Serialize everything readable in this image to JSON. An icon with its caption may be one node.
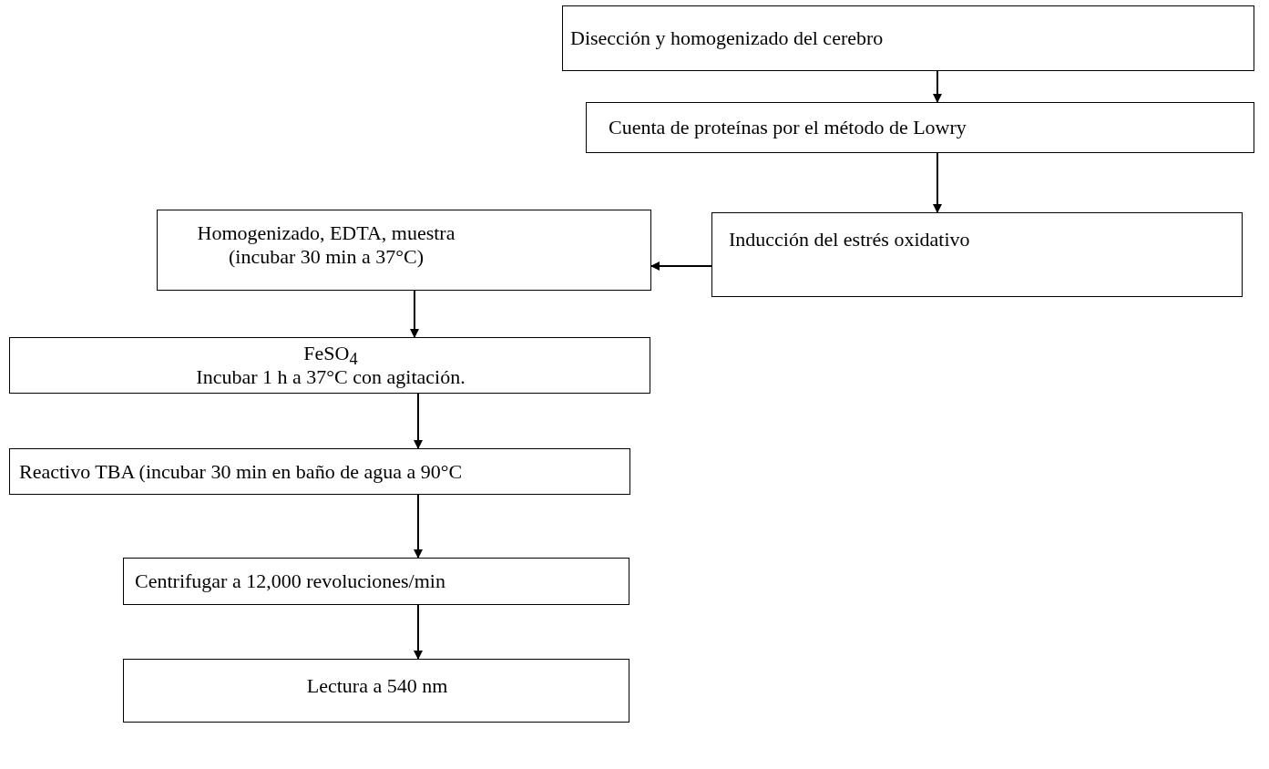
{
  "diagram": {
    "nodes": [
      {
        "text": [
          "Disección y homogenizado del cerebro"
        ]
      },
      {
        "text": [
          "Cuenta de proteínas por el método de Lowry"
        ]
      },
      {
        "text": [
          "Inducción del estrés oxidativo"
        ]
      },
      {
        "text": [
          "Homogenizado, EDTA, muestra (incubar 30 min a 37°C)"
        ]
      },
      {
        "text": [
          "FeSO$_{4}$",
          "Incubar 1 h a 37°C con agitación."
        ]
      },
      {
        "text": [
          "Reactivo TBA (incubar 30 min en baño de agua a 90°C"
        ]
      },
      {
        "text": [
          "Centrifugar a 12,000 revoluciones/min"
        ]
      },
      {
        "text": [
          "Lectura a 540 nm"
        ]
      }
    ],
    "edges": [
      {
        "from": 0,
        "to": 1,
        "arrow": "to"
      },
      {
        "from": 1,
        "to": 2,
        "arrow": "to"
      },
      {
        "from": 2,
        "to": 3,
        "arrow": "to"
      },
      {
        "from": 3,
        "to": 4,
        "arrow": "to"
      },
      {
        "from": 4,
        "to": 5,
        "arrow": "to"
      },
      {
        "from": 5,
        "to": 6,
        "arrow": "to"
      },
      {
        "from": 6,
        "to": 7,
        "arrow": "to"
      }
    ]
  }
}
